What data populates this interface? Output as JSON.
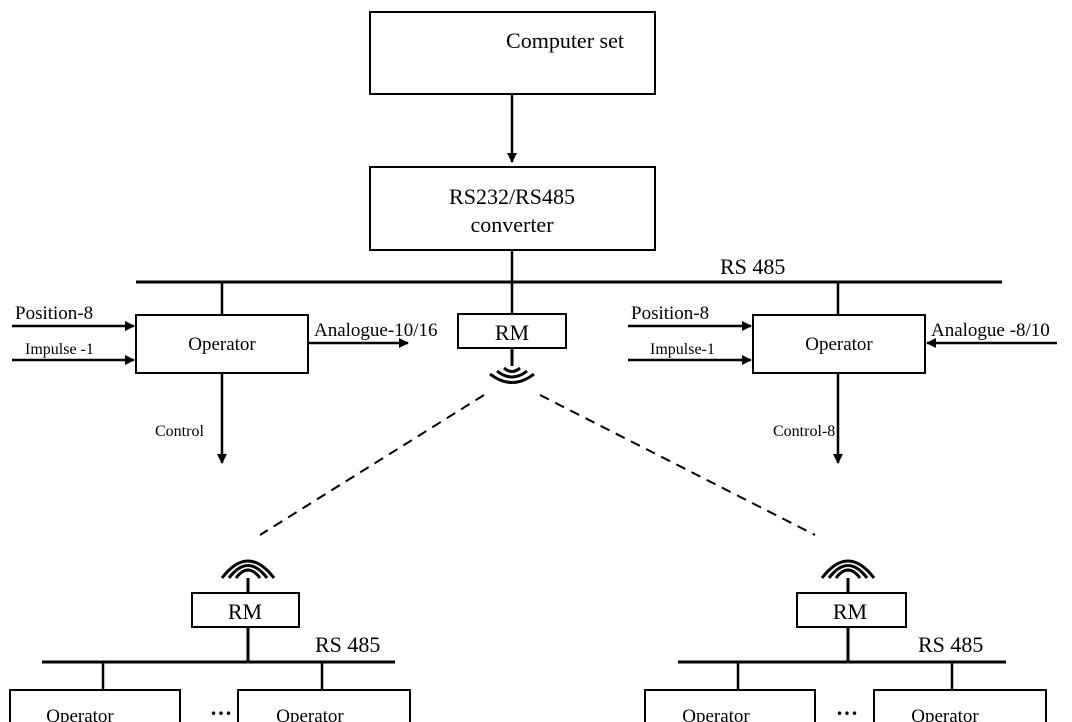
{
  "diagram": {
    "computer_set": "Computer set",
    "converter_line1": "RS232/RS485",
    "converter_line2": "converter",
    "bus_main": "RS 485",
    "rm_center": "RM",
    "left_operator": {
      "label": "Operator",
      "input_position": "Position-8",
      "input_impulse": "Impulse -1",
      "output_analogue": "Analogue-10/16",
      "output_control": "Control"
    },
    "right_operator": {
      "label": "Operator",
      "input_position": "Position-8",
      "input_impulse": "Impulse-1",
      "input_analogue": "Analogue -8/10",
      "output_control": "Control-8"
    },
    "bottom_left": {
      "rm": "RM",
      "bus": "RS 485",
      "operator_a": "Operator",
      "ellipsis": "...",
      "operator_b": "Operator"
    },
    "bottom_right": {
      "rm": "RM",
      "bus": "RS 485",
      "operator_a": "Operator",
      "ellipsis": "...",
      "operator_b": "Operator"
    }
  }
}
